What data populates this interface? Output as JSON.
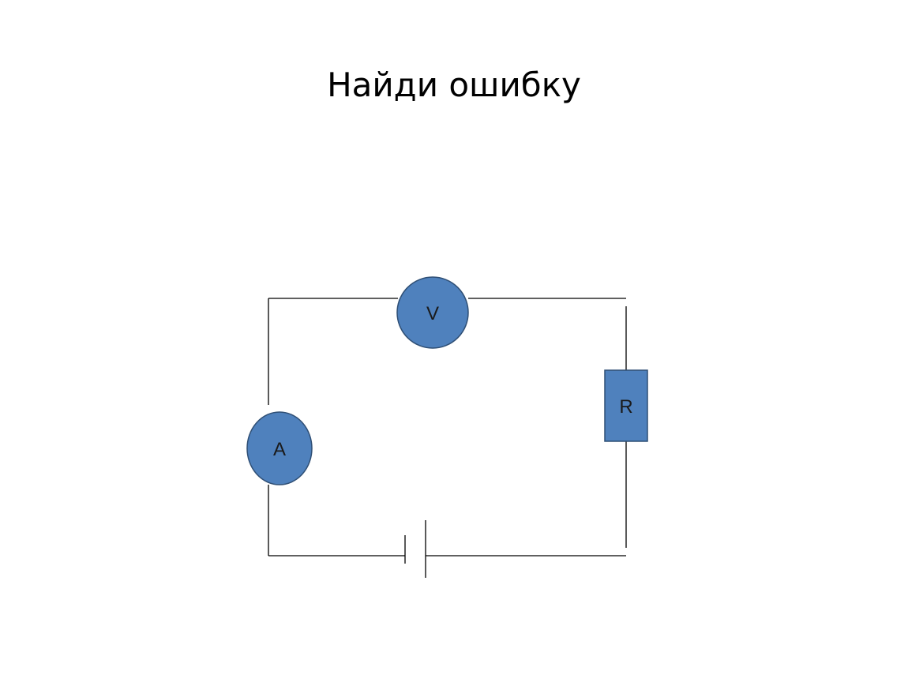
{
  "slide": {
    "title": "Найди ошибку"
  },
  "components": {
    "voltmeter": {
      "label": "V"
    },
    "ammeter": {
      "label": "A"
    },
    "resistor": {
      "label": "R"
    }
  },
  "colors": {
    "component_fill": "#4f81bd",
    "component_stroke": "#2f4f75",
    "wire": "#000000",
    "background": "#ffffff"
  }
}
